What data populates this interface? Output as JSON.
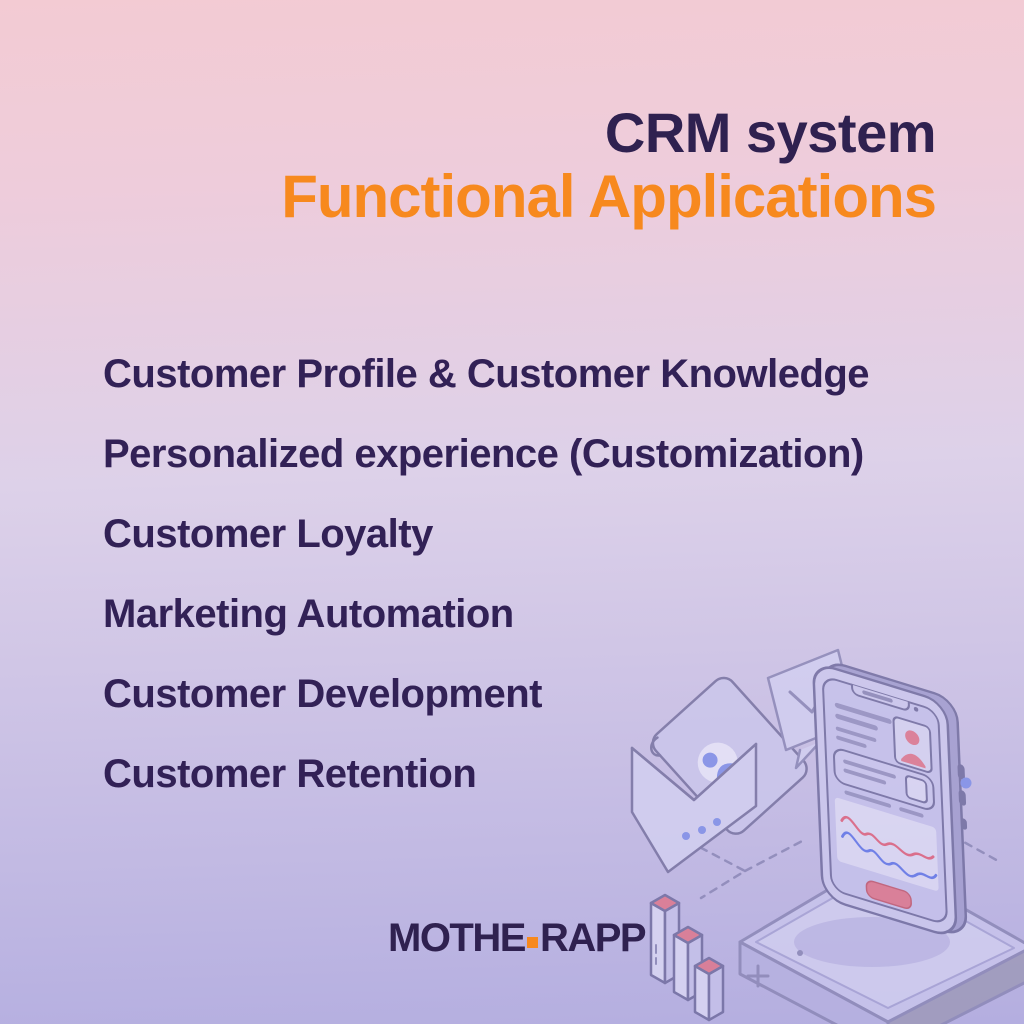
{
  "colors": {
    "bg_top": "#f3cbd3",
    "bg_mid": "#ddd1e9",
    "bg_bottom": "#b4aee0",
    "title": "#2f2150",
    "accent_orange": "#f7891e",
    "list_text": "#322156",
    "illus_outline": "#76719f",
    "illus_fill": "#cbc7ec",
    "illus_fill_light": "#dedbf5",
    "illus_pink": "#e0758a",
    "illus_blue": "#7e8ee8"
  },
  "header": {
    "line1": "CRM system",
    "line2": "Functional Applications"
  },
  "list": {
    "items": [
      "Customer Profile & Customer Knowledge",
      "Personalized experience (Customization)",
      "Customer Loyalty",
      "Marketing Automation",
      "Customer Development",
      "Customer Retention"
    ]
  },
  "brand": {
    "prefix": "MOTHE",
    "suffix": "RAPP"
  },
  "illustration": {
    "parts": [
      "letter-icon",
      "envelope-icon",
      "chat-bubble-icon",
      "smartphone-icon",
      "dock-icon",
      "bar-chart-icon",
      "plus-icon",
      "blue-dot-icon"
    ]
  }
}
